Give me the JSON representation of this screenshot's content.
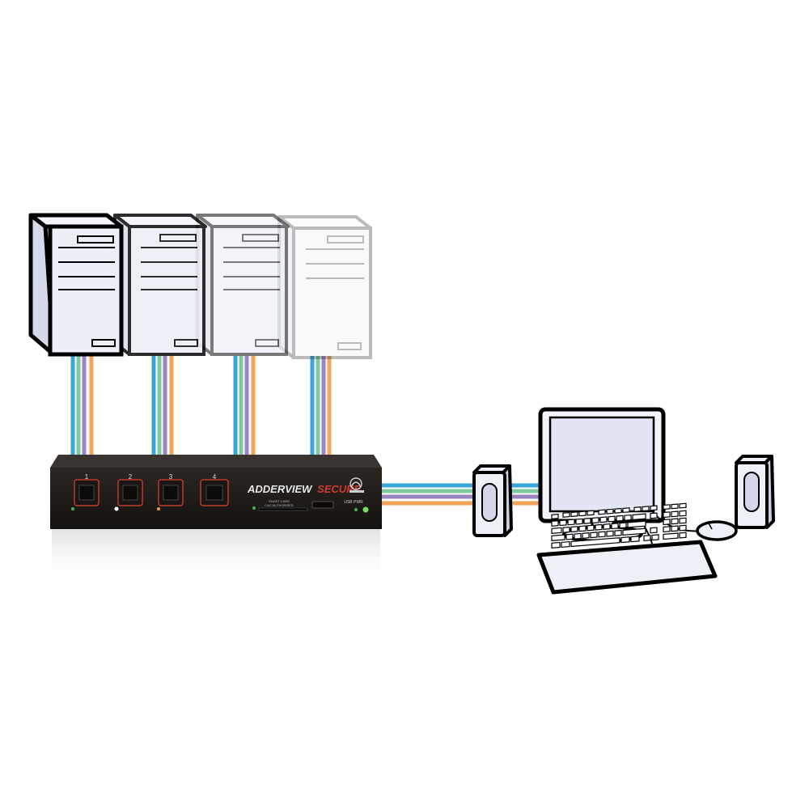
{
  "product": {
    "brand": "ADDERVIEW",
    "model_word": "SECURE",
    "port_labels": [
      "1",
      "2",
      "3",
      "4"
    ],
    "card_reader_label": "SMART CARD",
    "card_reader_sublabel": "CAC AUTHORISED",
    "usb_label": "USB PWR"
  },
  "cable_colors": {
    "blue": "#3aa6d8",
    "green": "#7fc8a0",
    "purple": "#9a84c2",
    "orange": "#f2a45a"
  },
  "colors": {
    "kvm_body": "#1c1916",
    "button_ring": "#c0392b",
    "brand_red": "#d13b2f",
    "led_green": "#4caf50",
    "led_amber": "#e0a030",
    "outline": "#111111",
    "panel_fill": "#e6e9f5"
  },
  "icons": {
    "logo": "adder-logo-icon"
  },
  "computers": [
    {
      "name": "computer-1",
      "opacity": 1.0
    },
    {
      "name": "computer-2",
      "opacity": 0.85
    },
    {
      "name": "computer-3",
      "opacity": 0.55
    },
    {
      "name": "computer-4",
      "opacity": 0.3
    }
  ]
}
